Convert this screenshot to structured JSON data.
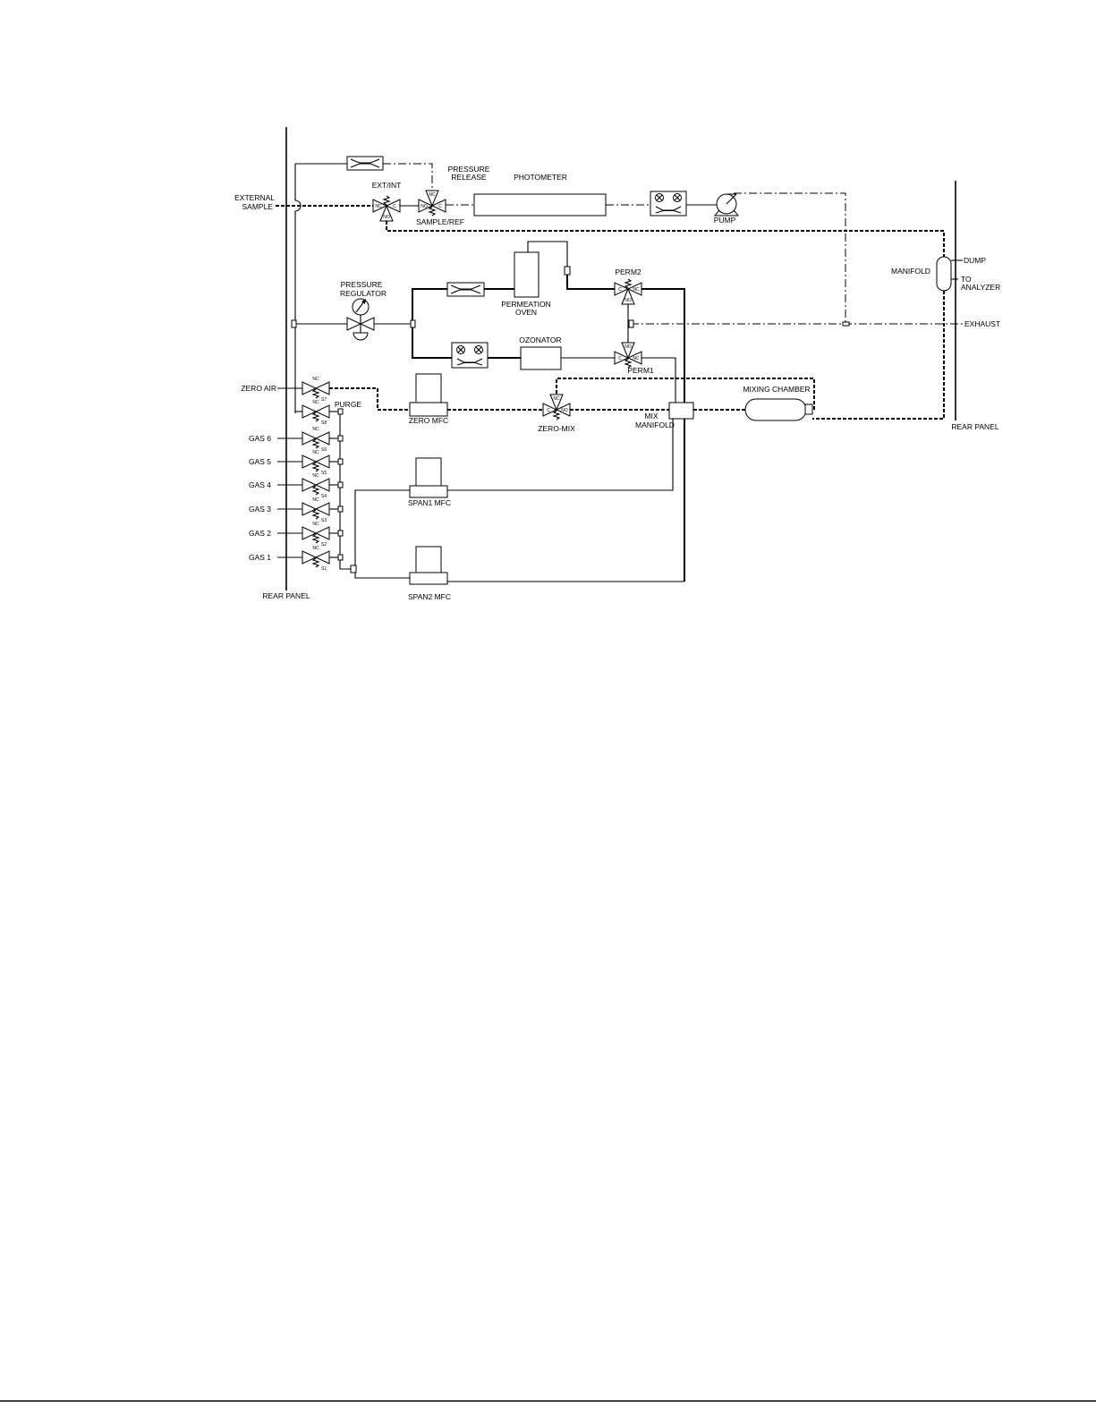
{
  "diagram": {
    "labels": {
      "external_sample": [
        "EXTERNAL",
        "SAMPLE"
      ],
      "ext_int": "EXT/INT",
      "pressure_release": [
        "PRESSURE",
        "RELEASE"
      ],
      "photometer": "PHOTOMETER",
      "sample_ref": "SAMPLE/REF",
      "pump": "PUMP",
      "manifold": "MANIFOLD",
      "dump": "DUMP",
      "to_analyzer": [
        "TO",
        "ANALYZER"
      ],
      "exhaust": "EXHAUST",
      "pressure_regulator": [
        "PRESSURE",
        "REGULATOR"
      ],
      "permeation_oven": [
        "PERMEATION",
        "OVEN"
      ],
      "perm2": "PERM2",
      "ozonator": "OZONATOR",
      "perm1": "PERM1",
      "zero_air": "ZERO AIR",
      "purge": "PURGE",
      "mixing_chamber": "MIXING CHAMBER",
      "zero_mfc": "ZERO MFC",
      "zero_mix": "ZERO-MIX",
      "mix_manifold": [
        "MIX",
        "MANIFOLD"
      ],
      "rear_panel_left": "REAR PANEL",
      "rear_panel_right": "REAR PANEL",
      "span1_mfc": "SPAN1 MFC",
      "span2_mfc": "SPAN2 MFC"
    },
    "gas_inputs": [
      "GAS 6",
      "GAS 5",
      "GAS 4",
      "GAS 3",
      "GAS 2",
      "GAS 1"
    ],
    "valve_ids": {
      "zero_air": "S7",
      "purge": "S8",
      "gas": [
        "S6",
        "S5",
        "S4",
        "S3",
        "S2",
        "S1"
      ]
    },
    "port_labels": {
      "normally_closed": "NC",
      "normally_open": "NO",
      "common": "C"
    }
  }
}
